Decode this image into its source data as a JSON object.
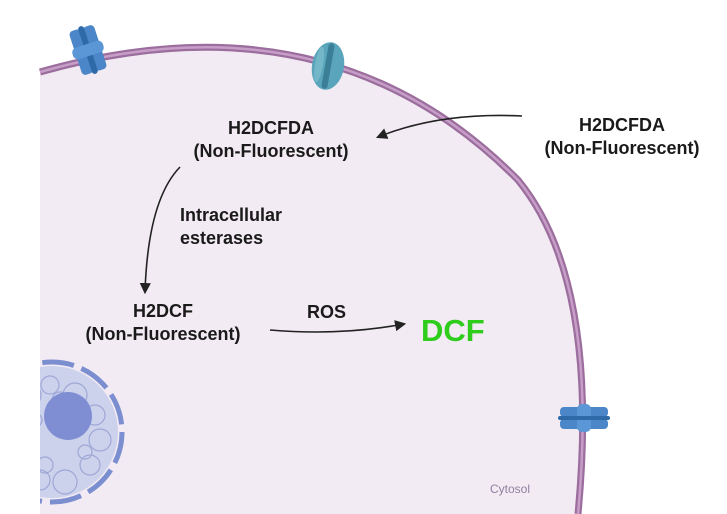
{
  "labels": {
    "h2dcfda_outside_line1": "H2DCFDA",
    "h2dcfda_outside_line2": "(Non-Fluorescent)",
    "h2dcfda_inside_line1": "H2DCFDA",
    "h2dcfda_inside_line2": "(Non-Fluorescent)",
    "esterases_line1": "Intracellular",
    "esterases_line2": "esterases",
    "h2dcf_line1": "H2DCF",
    "h2dcf_line2": "(Non-Fluorescent)",
    "ros": "ROS",
    "dcf": "DCF",
    "cytosol": "Cytosol"
  },
  "colors": {
    "membrane": "#9c6e9e",
    "cytoplasm": "#f3ebf3",
    "nucleus": "#c8cdea",
    "nucleolus": "#7d8bd0",
    "channel_blue": "#4a86c8",
    "channel_teal": "#4f9cb3",
    "dcf_green": "#2ecc1b",
    "arrow": "#222222"
  }
}
